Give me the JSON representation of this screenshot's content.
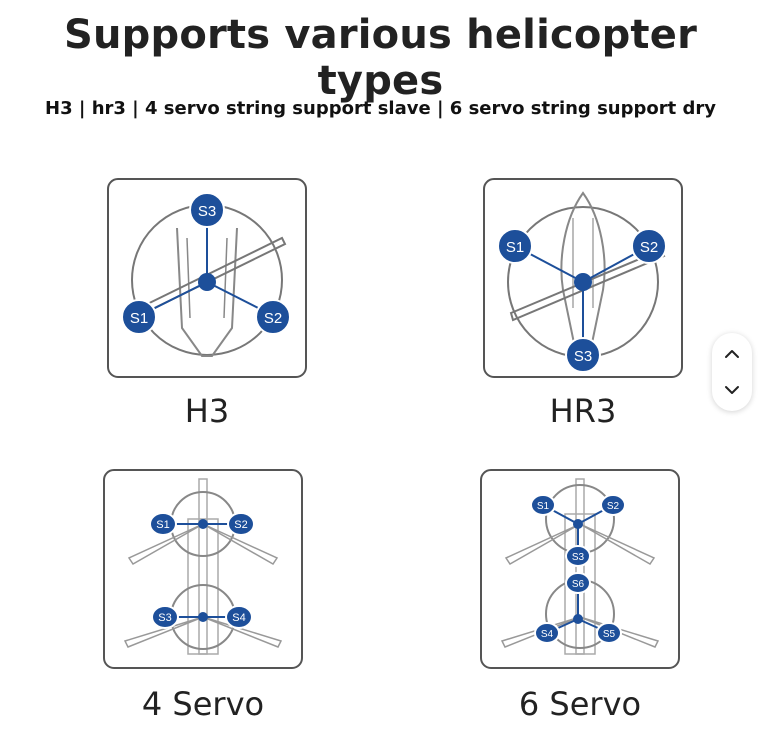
{
  "header": {
    "title": "Supports various helicopter types",
    "subtitle": "H3 | hr3 | 4 servo string support slave | 6 servo string support dry"
  },
  "diagrams": [
    {
      "caption": "H3",
      "servos": [
        "S3",
        "S1",
        "S2"
      ]
    },
    {
      "caption": "HR3",
      "servos": [
        "S1",
        "S2",
        "S3"
      ]
    },
    {
      "caption": "4 Servo",
      "servos": [
        "S1",
        "S2",
        "S3",
        "S4"
      ]
    },
    {
      "caption": "6 Servo",
      "servos": [
        "S1",
        "S2",
        "S3",
        "S6",
        "S4",
        "S5"
      ]
    }
  ],
  "colors": {
    "accent": "#1d4f9a",
    "line": "#7a7a7a",
    "frame": "#555555"
  },
  "scroll": {
    "up_icon": "chevron-up-icon",
    "down_icon": "chevron-down-icon"
  }
}
